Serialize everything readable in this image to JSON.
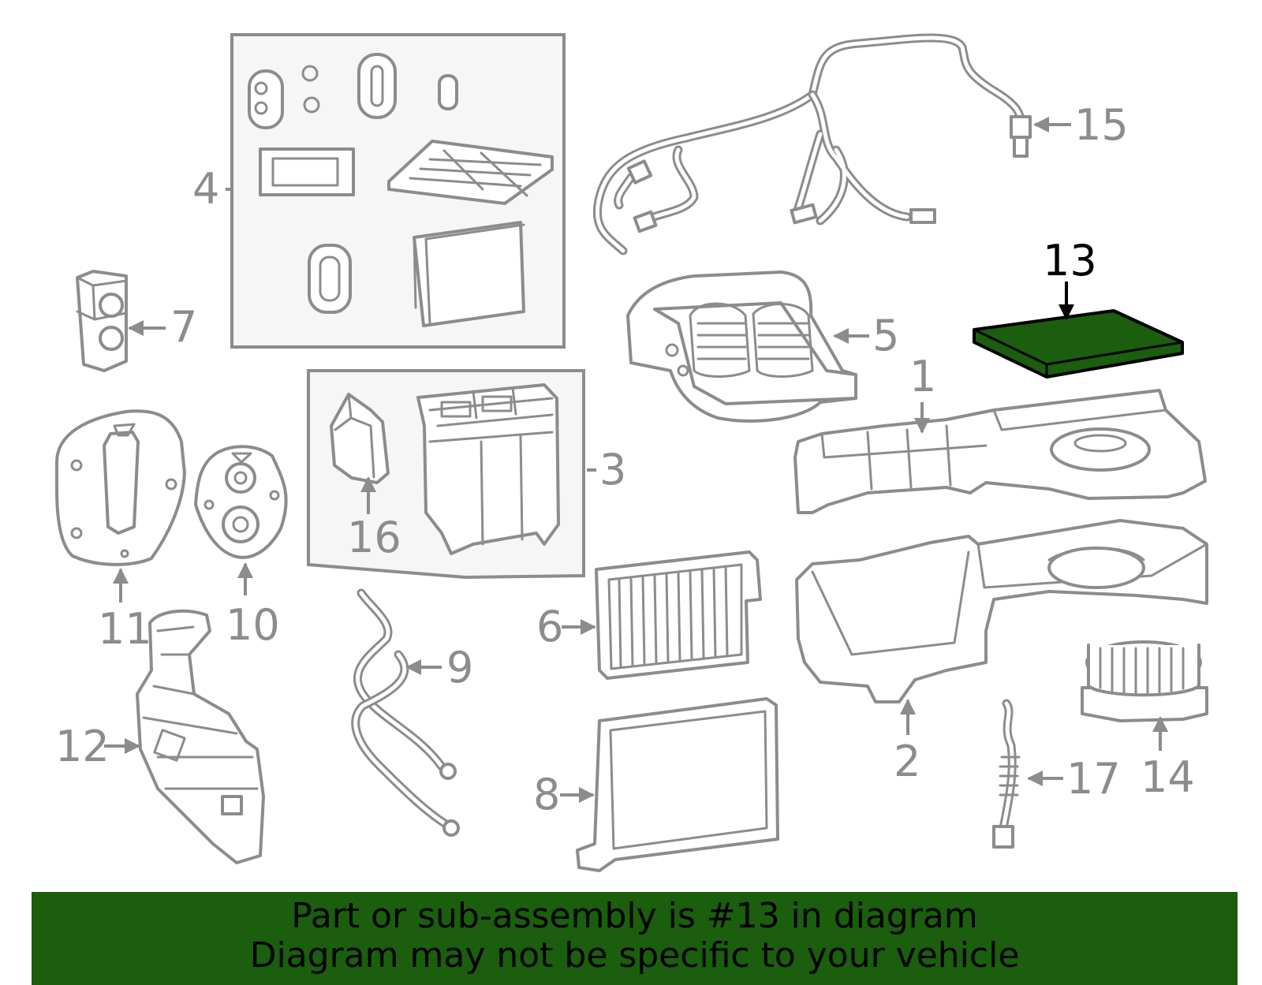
{
  "highlight_color": "#1a5e0e",
  "part_color": "#8c8c8c",
  "highlighted_part": "13",
  "callouts": {
    "c1": "1",
    "c2": "2",
    "c3": "3",
    "c4": "4",
    "c5": "5",
    "c6": "6",
    "c7": "7",
    "c8": "8",
    "c9": "9",
    "c10": "10",
    "c11": "11",
    "c12": "12",
    "c13": "13",
    "c14": "14",
    "c15": "15",
    "c16": "16",
    "c17": "17"
  },
  "banner": {
    "line1": "Part or sub-assembly is #13 in diagram",
    "line2": "Diagram may not be specific to your vehicle"
  }
}
